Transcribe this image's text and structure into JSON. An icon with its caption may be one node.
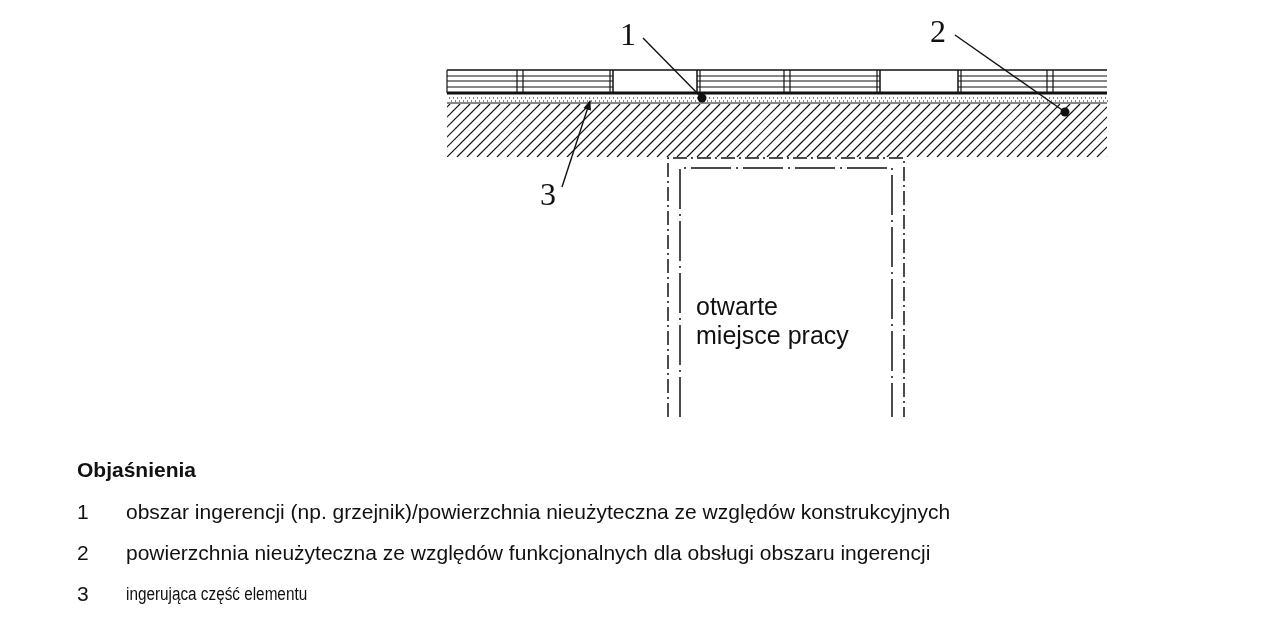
{
  "diagram": {
    "nodes": [
      {
        "text": [
          "1"
        ]
      },
      {
        "text": [
          "2"
        ]
      },
      {
        "text": [
          "3"
        ]
      },
      {
        "text": [
          "otwarte miejsce pracy"
        ]
      },
      {
        "text": [],
        "shape": "picture"
      }
    ],
    "edges": [
      {
        "from": 0,
        "to": 4,
        "arrow": "other"
      },
      {
        "from": 1,
        "to": 4,
        "arrow": "other"
      },
      {
        "from": 2,
        "to": 4,
        "arrow": "to"
      }
    ],
    "labels": [
      "Objaśnienia",
      "1",
      "obszar ingerencji (np. grzejnik)/powierzchnia nieużyteczna ze względów konstrukcyjnych",
      "2",
      "powierzchnia nieużyteczna ze względów funkcjonalnych dla obsługi obszaru ingerencji",
      "3",
      "ingerująca część elementu"
    ]
  }
}
